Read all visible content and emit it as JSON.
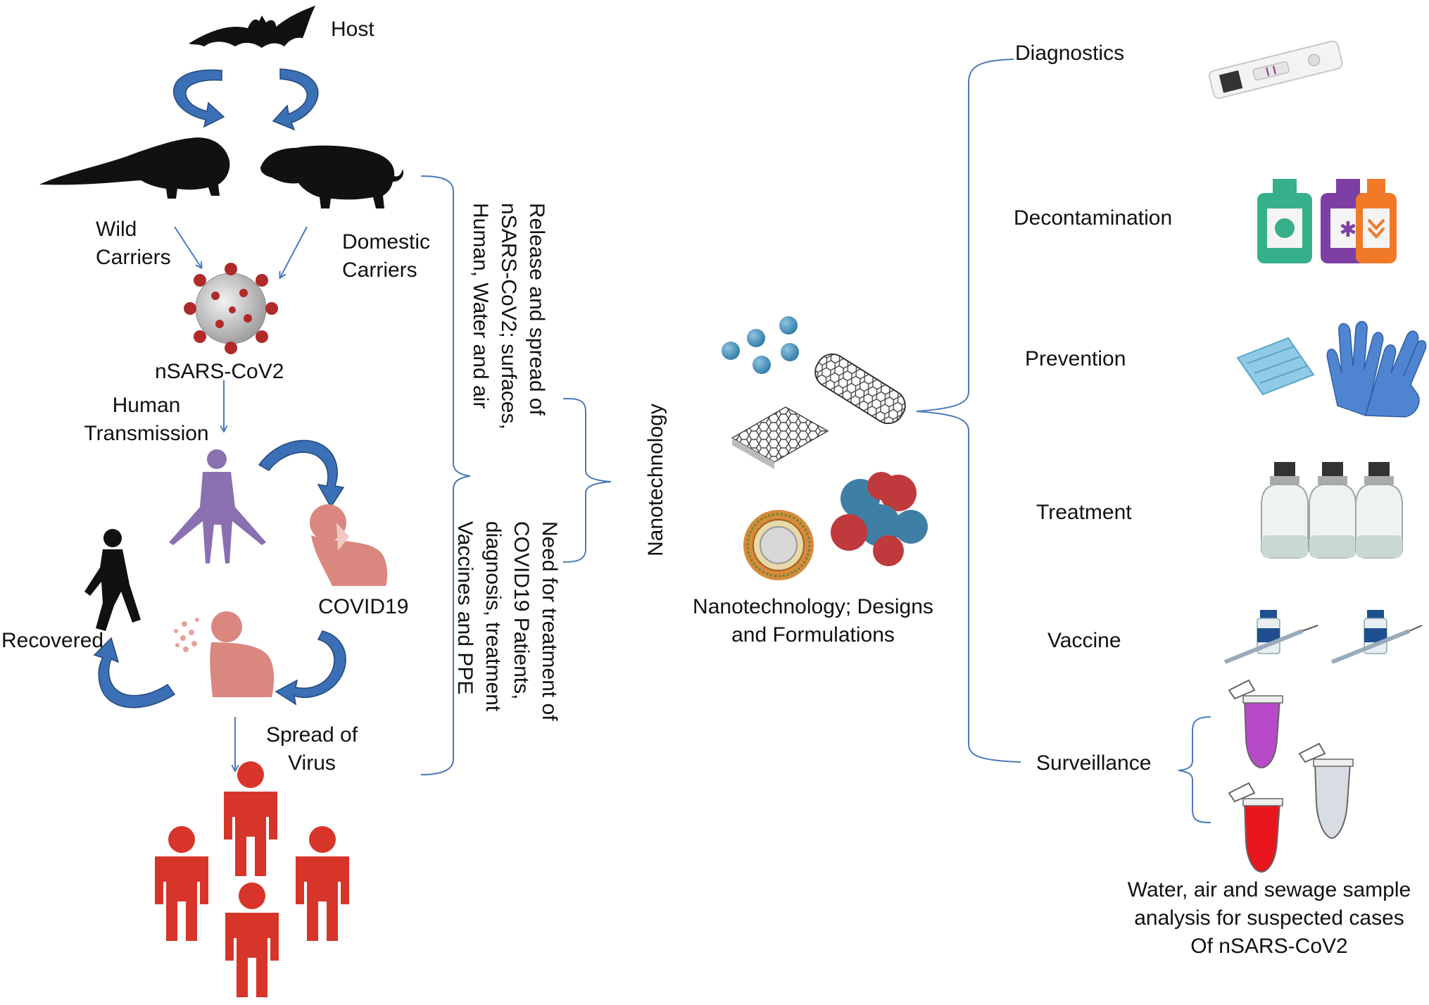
{
  "transmission": {
    "host": "Host",
    "wild_carriers": [
      "Wild",
      "Carriers"
    ],
    "domestic_carriers": [
      "Domestic",
      "Carriers"
    ],
    "virus": "nSARS-CoV2",
    "human_transmission": [
      "Human",
      "Transmission"
    ],
    "covid19": "COVID19",
    "recovered": "Recovered",
    "spread_of_virus": [
      "Spread of",
      "Virus"
    ]
  },
  "brackets": {
    "release_spread": [
      "Release and spread of",
      "nSARS-CoV2; surfaces,",
      "Human, Water and air"
    ],
    "need_for_treatment": [
      "Need for treatment of",
      "COVID19 Patients,",
      "diagnosis, treatment",
      "Vaccines  and PPE"
    ],
    "nanotechnology": "Nanotechnology"
  },
  "designs": {
    "label": [
      "Nanotechnology; Designs",
      "and Formulations"
    ]
  },
  "applications": {
    "items": [
      "Diagnostics",
      "Decontamination",
      "Prevention",
      "Treatment",
      "Vaccine",
      "Surveillance"
    ],
    "surveillance_note": [
      "Water, air and sewage sample",
      "analysis for suspected cases",
      "Of nSARS-CoV2"
    ]
  },
  "colors": {
    "bracket": "#4a7ab8",
    "arrow_curved": "#3b6fb6",
    "people_red": "#d8352a",
    "human_purple": "#8a70b0",
    "patient_pink": "#d9877f",
    "virus_red": "#b02a2a"
  }
}
